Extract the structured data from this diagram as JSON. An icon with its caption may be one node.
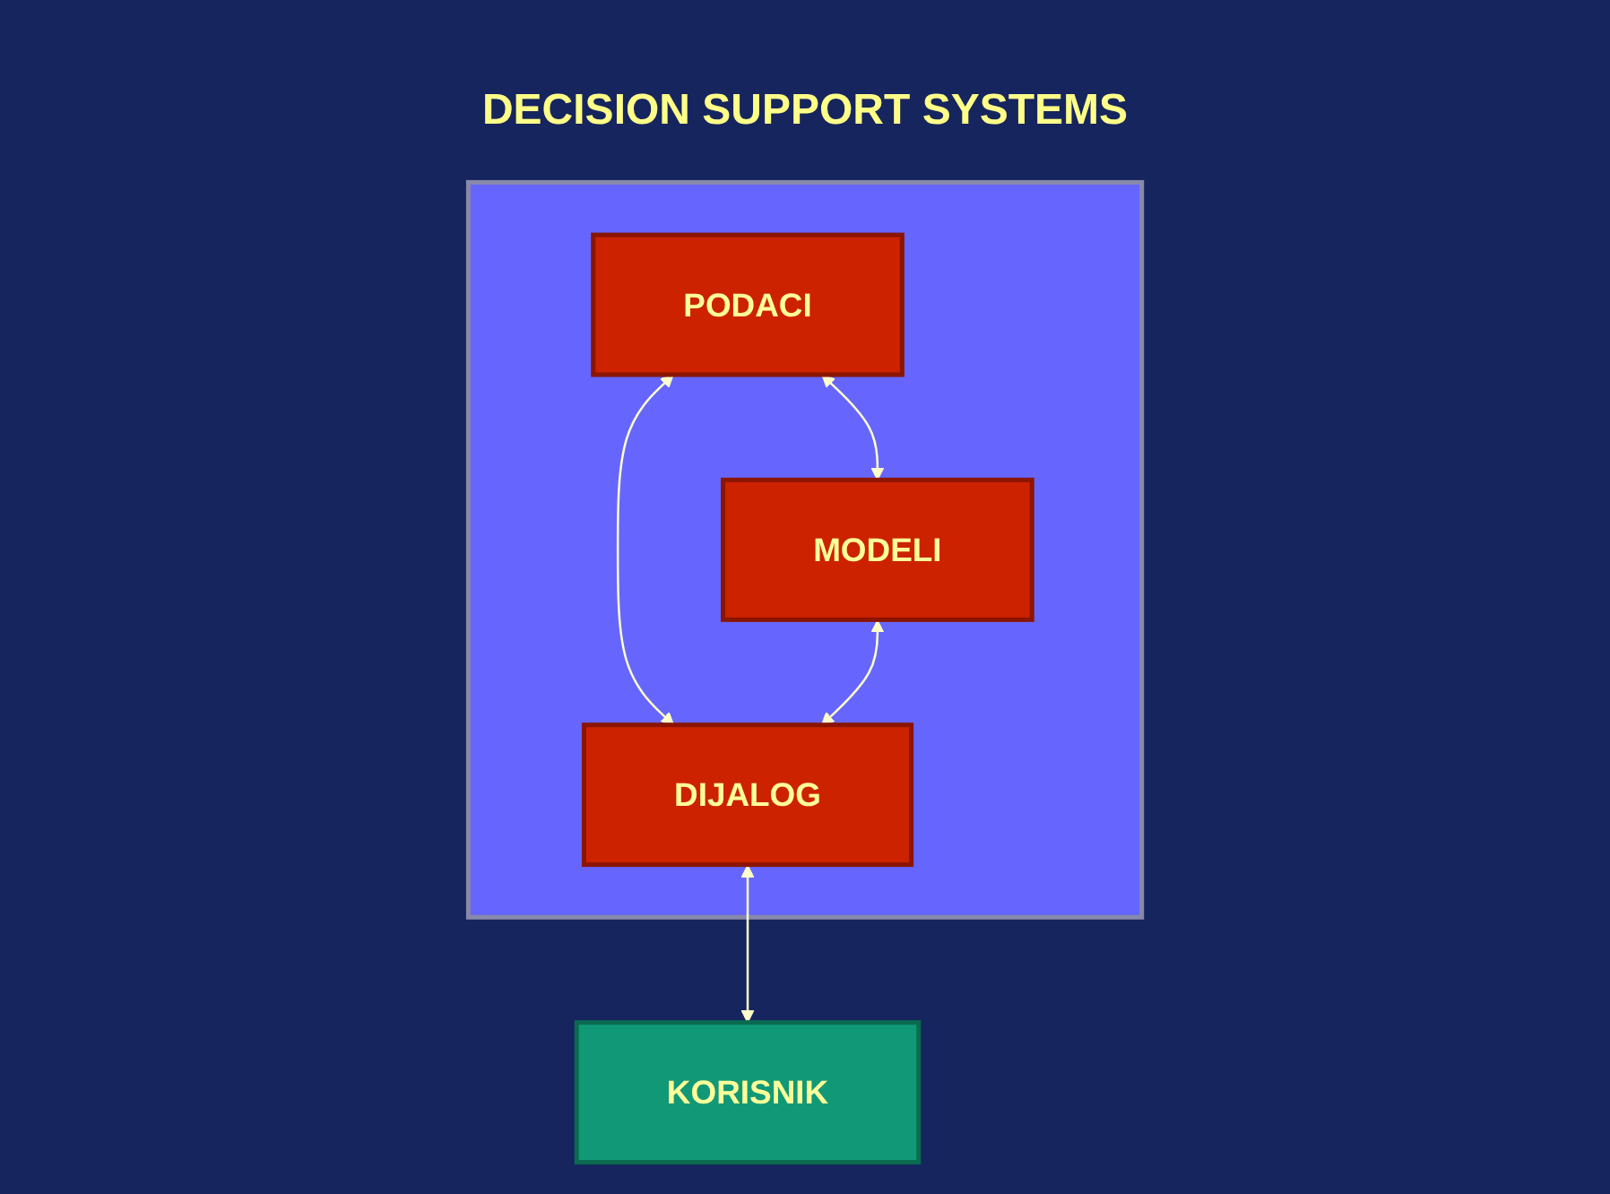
{
  "diagram": {
    "title": "DECISION SUPPORT SYSTEMS",
    "nodes": [
      {
        "text": [],
        "shape": "box"
      },
      {
        "text": [
          "PODACI"
        ],
        "in": 0
      },
      {
        "text": [
          "MODELI"
        ],
        "in": 0
      },
      {
        "text": [
          "DIJALOG"
        ],
        "in": 0
      },
      {
        "text": [
          "KORISNIK"
        ]
      }
    ],
    "edges": [
      {
        "from": 1,
        "to": 2,
        "arrow": "both"
      },
      {
        "from": 1,
        "to": 3,
        "arrow": "both"
      },
      {
        "from": 2,
        "to": 3,
        "arrow": "both"
      },
      {
        "from": 3,
        "to": 4,
        "arrow": "both"
      }
    ]
  }
}
